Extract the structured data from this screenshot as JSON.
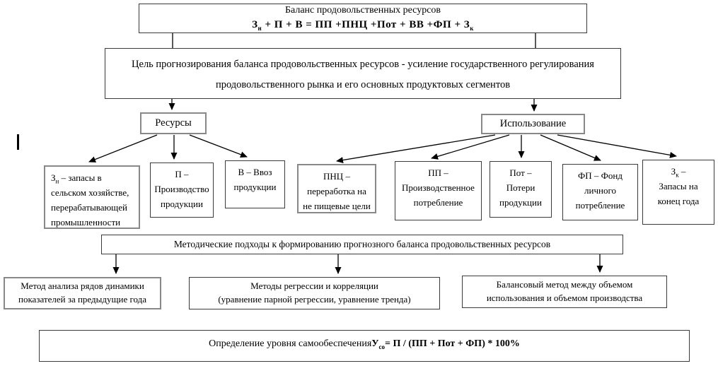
{
  "balance_box": {
    "title": "Баланс продовольственных ресурсов",
    "formula_base1": "З",
    "formula_sub1": "н",
    "formula_mid": " + П + В = ПП +ПНЦ +Пот + ВВ +ФП + З",
    "formula_sub2": "к"
  },
  "goal_box": {
    "line1": "Цель прогнозирования  баланса продовольственных ресурсов - усиление государственного регулирования",
    "line2": "продовольственного рынка и его основных продуктовых сегментов"
  },
  "resources_box": {
    "label": "Ресурсы"
  },
  "usage_box": {
    "label": "Использование"
  },
  "resource_items": {
    "zn": {
      "sym_base": "З",
      "sym_sub": "н",
      "line1_rest": " – запасы в",
      "line2": "сельском хозяйстве,",
      "line3": "перерабатывающей",
      "line4": "промышленности"
    },
    "p": {
      "line1": "П  –",
      "line2": "Производство",
      "line3": "продукции"
    },
    "v": {
      "line1": "В  – Ввоз",
      "line2": "продукции"
    }
  },
  "usage_items": {
    "pnc": {
      "line1": "ПНЦ –",
      "line2": "переработка на",
      "line3": "не пищевые цели"
    },
    "pp": {
      "line1": "ПП  –",
      "line2": "Производственное",
      "line3": "потребление"
    },
    "pot": {
      "line1": "Пот  –",
      "line2": "Потери",
      "line3": "продукции"
    },
    "fp": {
      "line1": "ФП – Фонд",
      "line2": "личного",
      "line3": "потребление"
    },
    "zk": {
      "sym_base": "З",
      "sym_sub": "к",
      "line1_rest": " –",
      "line2": "Запасы на",
      "line3": "конец года"
    }
  },
  "methods_box": {
    "label": "Методические подходы к формированию прогнозного баланса продовольственных ресурсов"
  },
  "method_boxes": {
    "dynamics": {
      "line1": "Метод анализа рядов динамики",
      "line2": "показателей за предыдущие года"
    },
    "regression": {
      "line1": "Методы регрессии и корреляции",
      "line2": "(уравнение парной регрессии, уравнение тренда)"
    },
    "balance": {
      "line1": "Балансовый метод между объемом",
      "line2": "использования и объемом производства"
    }
  },
  "self_sufficiency_box": {
    "prefix": "Определение уровня   самообеспечения",
    "u_base": "У",
    "u_sub": "со",
    "formula_rest": "= П / (ПП + Пот + ФП) * 100%"
  },
  "colors": {
    "line": "#000000",
    "border_dark": "#3a3a3a",
    "border_gray": "#888888",
    "background": "#ffffff"
  }
}
